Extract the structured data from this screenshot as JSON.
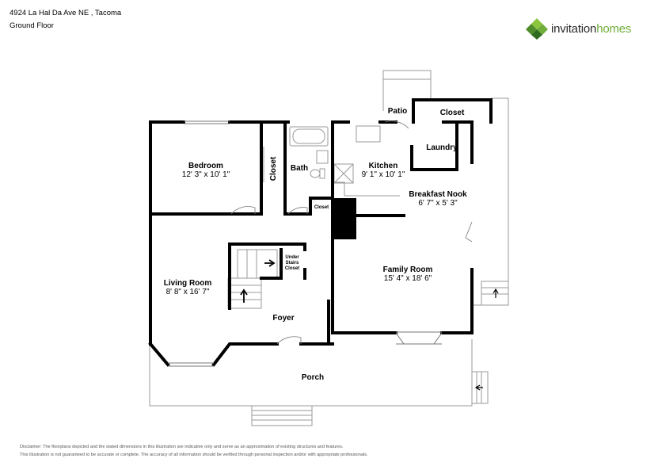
{
  "header": {
    "address": "4924 La Hal Da Ave NE , Tacoma",
    "floor": "Ground Floor"
  },
  "logo": {
    "text_a": "invitation",
    "text_b": "homes",
    "colors": [
      "#6fae3a",
      "#4e8c2a",
      "#8cc63f",
      "#2f6b1f"
    ]
  },
  "rooms": {
    "bedroom": {
      "name": "Bedroom",
      "dims": "12' 3\" x 10' 1\""
    },
    "closet_bedroom": {
      "name": "Closet"
    },
    "bath": {
      "name": "Bath"
    },
    "kitchen": {
      "name": "Kitchen",
      "dims": "9' 1\" x 10' 1\""
    },
    "patio": {
      "name": "Patio"
    },
    "closet_top": {
      "name": "Closet"
    },
    "laundry": {
      "name": "Laundry"
    },
    "breakfast_nook": {
      "name": "Breakfast Nook",
      "dims": "6' 7\" x 5' 3\""
    },
    "closet_small": {
      "name": "Closet"
    },
    "under_stairs_1": "Under",
    "under_stairs_2": "Stairs",
    "under_stairs_3": "Closet",
    "living_room": {
      "name": "Living Room",
      "dims": "8' 8\" x 16' 7\""
    },
    "family_room": {
      "name": "Family Room",
      "dims": "15' 4\" x 18' 6\""
    },
    "foyer": {
      "name": "Foyer"
    },
    "porch": {
      "name": "Porch"
    }
  },
  "disclaimer": {
    "line1": "Disclaimer: The floorplans depicted and the stated dimensions in this illustration are indicative only and serve as an approximation of existing structures and features.",
    "line2": "This illustration is not guaranteed to be accurate or complete. The accuracy of all information should be verified through personal inspection and/or with appropriate professionals."
  }
}
